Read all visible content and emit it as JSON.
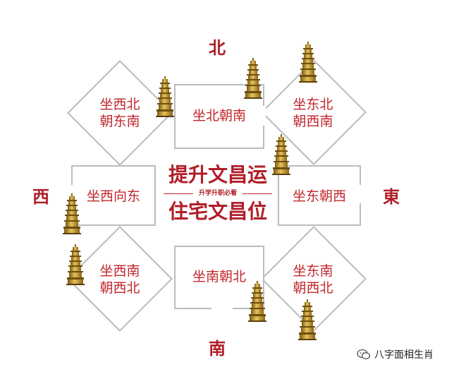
{
  "directions": {
    "north": "北",
    "south": "南",
    "west": "西",
    "east": "東"
  },
  "center": {
    "title_top": "提升文昌运",
    "subtitle": "升学升职必看",
    "title_bottom": "住宅文昌位"
  },
  "boxes": {
    "nw": "坐西北\n朝东南",
    "n": "坐北朝南",
    "ne": "坐东北\n朝西南",
    "w": "坐西向东",
    "e": "坐东朝西",
    "sw": "坐西南\n朝西北",
    "s": "坐南朝北",
    "se": "坐东南\n朝西北"
  },
  "watermark": {
    "text": "八字面相生肖",
    "icon": "wechat-icon"
  },
  "colors": {
    "accent": "#b01e28",
    "label": "#c1272d",
    "border": "#bcbcbc",
    "pagoda": "#b8902e"
  },
  "icons": {
    "pagoda": "pagoda-icon"
  }
}
